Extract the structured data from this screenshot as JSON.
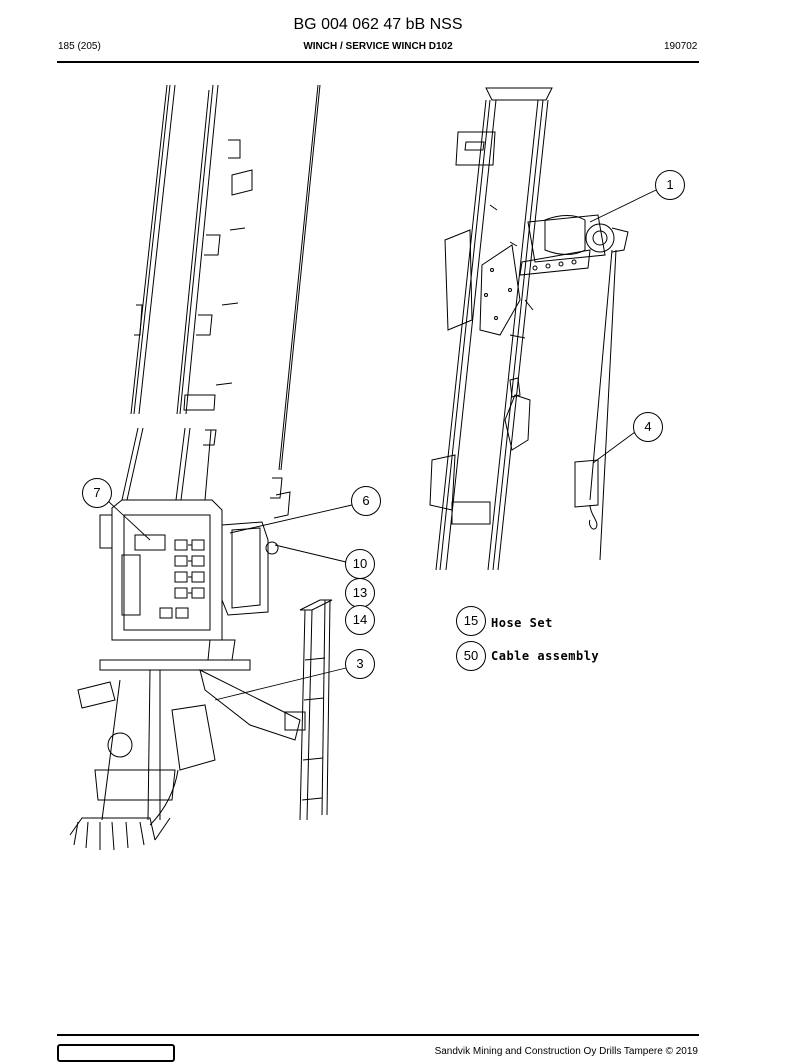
{
  "header": {
    "doc_id": "BG 004 062 47 bB NSS",
    "page": "185 (205)",
    "title": "WINCH / SERVICE WINCH D102",
    "date": "190702"
  },
  "callouts": [
    "1",
    "4",
    "7",
    "6",
    "10",
    "13",
    "14",
    "3",
    "15",
    "50"
  ],
  "legend": [
    {
      "num": "15",
      "text": "Hose Set"
    },
    {
      "num": "50",
      "text": "Cable assembly"
    }
  ],
  "footer": {
    "copyright": "Sandvik Mining and Construction Oy Drills Tampere © 2019"
  }
}
